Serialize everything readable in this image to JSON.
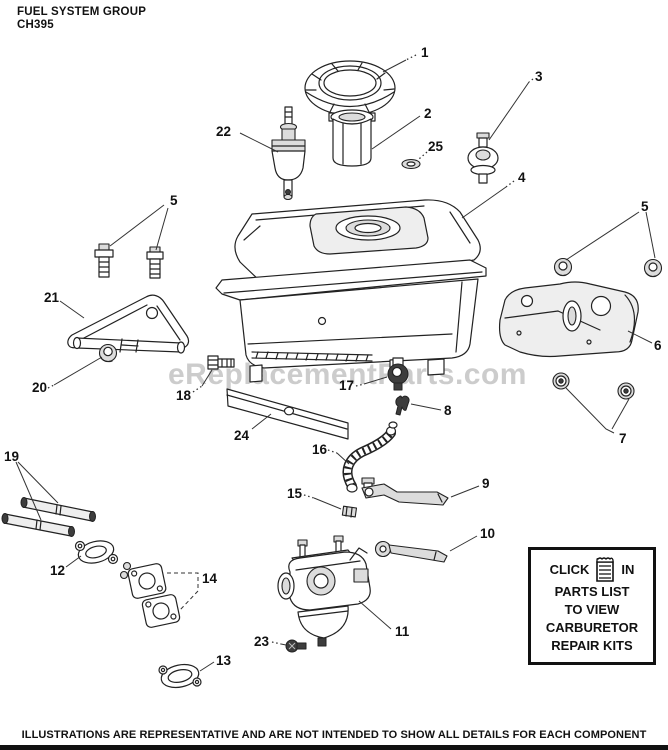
{
  "header": {
    "title": "FUEL SYSTEM GROUP",
    "model": "CH395"
  },
  "watermark": "eReplacementParts.com",
  "info_box": {
    "line1_prefix": "CLICK",
    "line1_suffix": "IN",
    "line2": "PARTS LIST",
    "line3": "TO VIEW",
    "line4": "CARBURETOR",
    "line5": "REPAIR KITS",
    "icon": "parts-list-icon"
  },
  "footer": {
    "disclaimer": "ILLUSTRATIONS ARE REPRESENTATIVE AND ARE NOT INTENDED TO SHOW ALL DETAILS FOR EACH COMPONENT"
  },
  "colors": {
    "line": "#222222",
    "watermark_gray": "#9a9a9a",
    "footer_bar": "#111111",
    "background": "#ffffff"
  },
  "callouts": {
    "c1": "1",
    "c2": "2",
    "c3": "3",
    "c4": "4",
    "c5": "5",
    "c6": "6",
    "c7": "7",
    "c8": "8",
    "c9": "9",
    "c10": "10",
    "c11": "11",
    "c12": "12",
    "c13": "13",
    "c14": "14",
    "c15": "15",
    "c16": "16",
    "c17": "17",
    "c18": "18",
    "c19": "19",
    "c20": "20",
    "c21": "21",
    "c22": "22",
    "c23": "23",
    "c24": "24",
    "c25": "25"
  }
}
